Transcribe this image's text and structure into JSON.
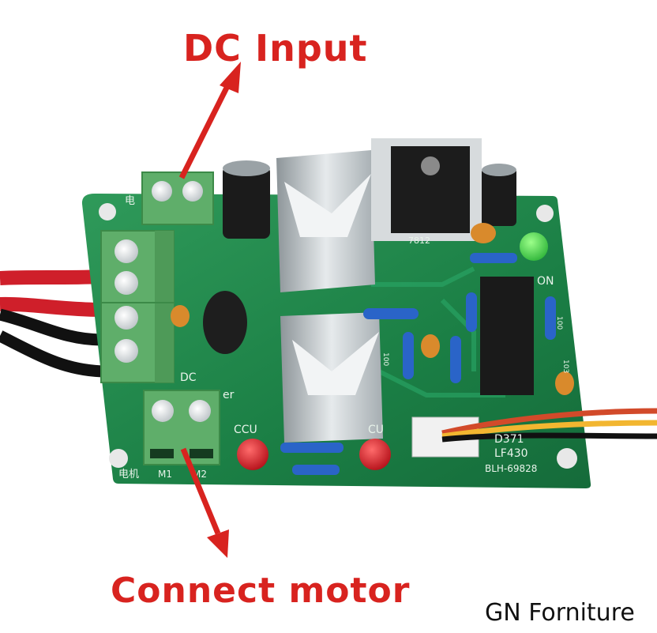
{
  "callouts": {
    "top": "DC Input",
    "bottom": "Connect motor"
  },
  "watermark": "GN Forniture",
  "board_labels": {
    "regulator": "7812",
    "on_label": "ON",
    "dc_label": "DC",
    "ccw_label": "CCU",
    "cw_label": "CU",
    "power_label": "er",
    "motor_cn": "电机",
    "m1": "M1",
    "m2": "M2",
    "power_cn": "电",
    "code1": "D371",
    "code2": "LF430",
    "model": "BLH-69828",
    "res1": "100",
    "res2": "100",
    "res3": "103"
  },
  "colors": {
    "arrow": "#d8231f",
    "pcb": "#1f8a4c",
    "terminal": "#5fae6a",
    "heatsink": "#c9cfd2"
  },
  "icons": {
    "arrow_up": "arrow-up-right-icon",
    "arrow_down": "arrow-down-icon"
  }
}
